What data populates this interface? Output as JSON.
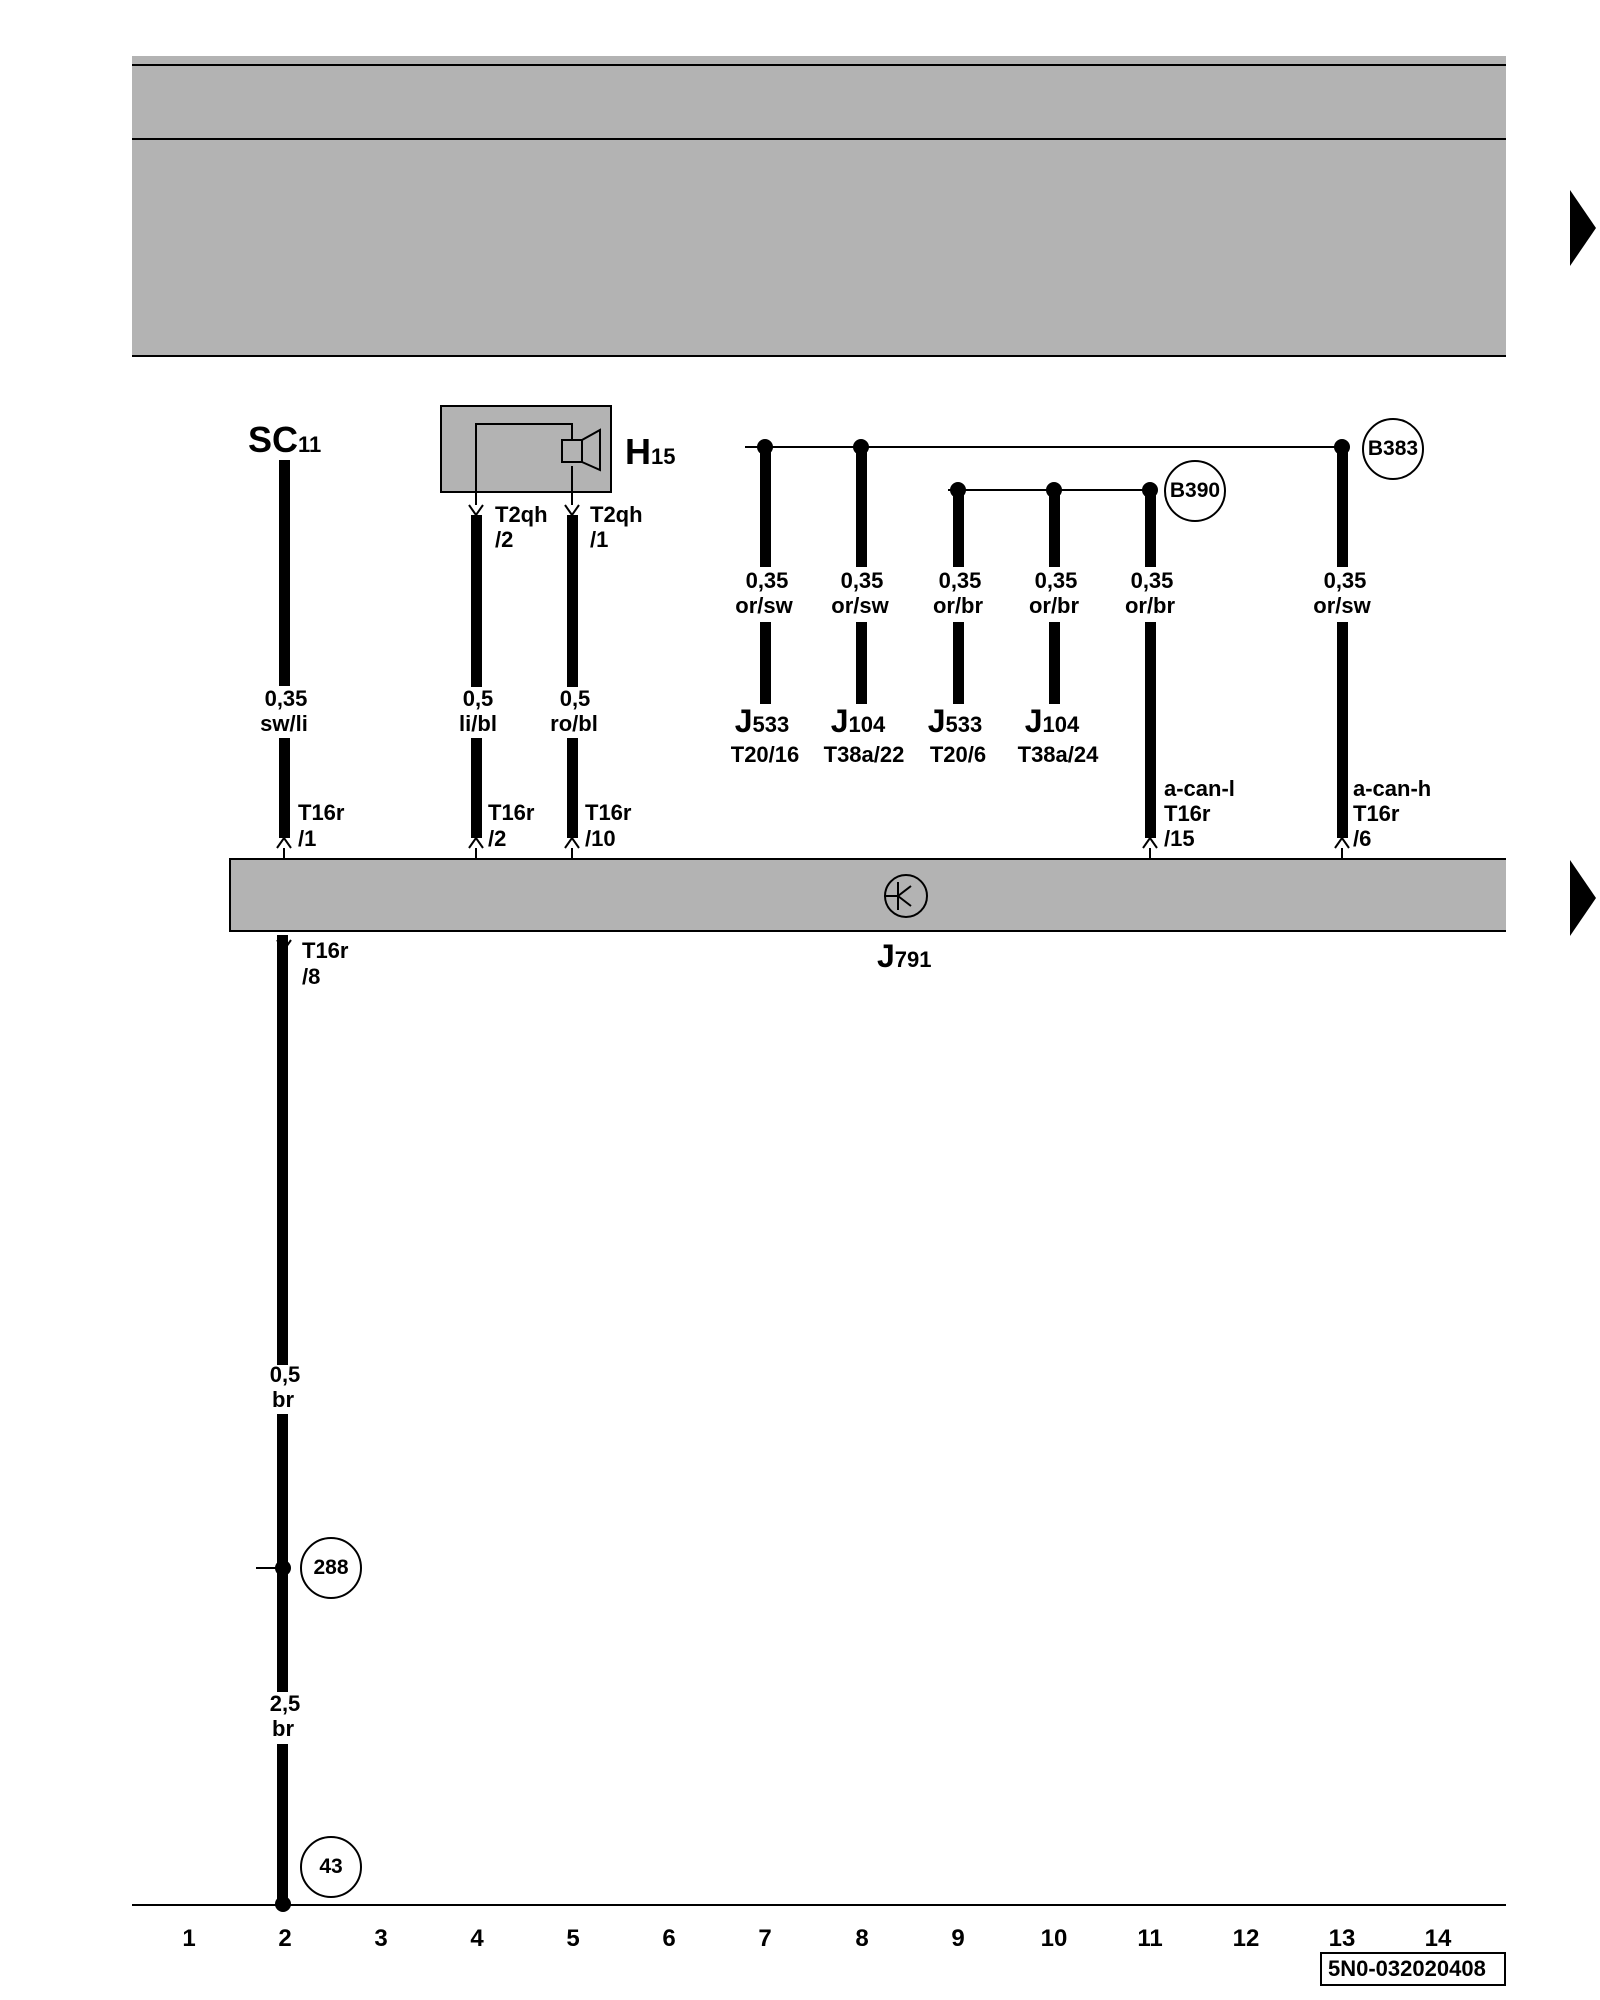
{
  "nodes": {
    "sc11": {
      "main": "SC",
      "sub": "11"
    },
    "h15": {
      "main": "H",
      "sub": "15"
    },
    "j791": {
      "main": "J",
      "sub": "791"
    },
    "j533_a": {
      "main": "J",
      "sub": "533",
      "pin": "T20/16"
    },
    "j104_a": {
      "main": "J",
      "sub": "104",
      "pin": "T38a/22"
    },
    "j533_b": {
      "main": "J",
      "sub": "533",
      "pin": "T20/6"
    },
    "j104_b": {
      "main": "J",
      "sub": "104",
      "pin": "T38a/24"
    }
  },
  "connectors": {
    "t2qh_2": {
      "name": "T2qh",
      "pin": "/2"
    },
    "t2qh_1": {
      "name": "T2qh",
      "pin": "/1"
    },
    "t16r_1": {
      "name": "T16r",
      "pin": "/1"
    },
    "t16r_2": {
      "name": "T16r",
      "pin": "/2"
    },
    "t16r_10": {
      "name": "T16r",
      "pin": "/10"
    },
    "t16r_15": {
      "signal": "a-can-l",
      "name": "T16r",
      "pin": "/15"
    },
    "t16r_6": {
      "signal": "a-can-h",
      "name": "T16r",
      "pin": "/6"
    },
    "t16r_8": {
      "name": "T16r",
      "pin": "/8"
    }
  },
  "wires": {
    "w_sc11": {
      "size": "0,35",
      "color": "sw/li"
    },
    "w_h15_2": {
      "size": "0,5",
      "color": "li/bl"
    },
    "w_h15_1": {
      "size": "0,5",
      "color": "ro/bl"
    },
    "w_c7": {
      "size": "0,35",
      "color": "or/sw"
    },
    "w_c8": {
      "size": "0,35",
      "color": "or/sw"
    },
    "w_c9": {
      "size": "0,35",
      "color": "or/br"
    },
    "w_c10": {
      "size": "0,35",
      "color": "or/br"
    },
    "w_c11": {
      "size": "0,35",
      "color": "or/br"
    },
    "w_c13": {
      "size": "0,35",
      "color": "or/sw"
    },
    "w_gnd_upper": {
      "size": "0,5",
      "color": "br"
    },
    "w_gnd_lower": {
      "size": "2,5",
      "color": "br"
    }
  },
  "junctions": {
    "b383": "B383",
    "b390": "B390",
    "p288": "288",
    "p43": "43"
  },
  "current_tracks": [
    "1",
    "2",
    "3",
    "4",
    "5",
    "6",
    "7",
    "8",
    "9",
    "10",
    "11",
    "12",
    "13",
    "14"
  ],
  "drawing_number": "5N0-032020408"
}
